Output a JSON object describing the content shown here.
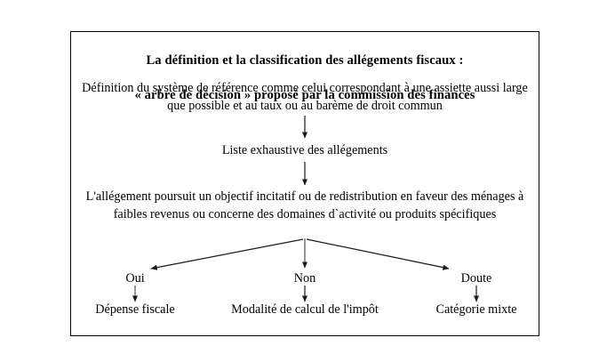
{
  "figure": {
    "title_line1": "La définition et la classification des allégements fiscaux :",
    "title_line2": "« arbre de décision » proposé par la commission des finances",
    "border_color": "#000000",
    "background_color": "#ffffff",
    "text_color": "#000000"
  },
  "nodes": {
    "definition": "Définition du système de référence comme celui correspondant à une assiette aussi large que possible et au taux ou au barème de droit commun",
    "liste": "Liste exhaustive des allégements",
    "question": "L'allégement poursuit un objectif incitatif ou de redistribution en faveur des ménages à faibles revenus ou concerne des domaines d`activité ou produits spécifiques"
  },
  "branches": [
    {
      "label": "Oui",
      "outcome": "Dépense fiscale"
    },
    {
      "label": "Non",
      "outcome": "Modalité de calcul de l'impôt"
    },
    {
      "label": "Doute",
      "outcome": "Catégorie mixte"
    }
  ],
  "connectors": {
    "definition_to_liste": "down-arrow",
    "liste_to_question": "down-arrow",
    "question_to_oui": "diagonal-left-arrow",
    "question_to_non": "down-arrow",
    "question_to_doute": "diagonal-right-arrow",
    "oui_to_depense": "down-arrow",
    "non_to_modalite": "down-arrow",
    "doute_to_categorie": "down-arrow"
  }
}
